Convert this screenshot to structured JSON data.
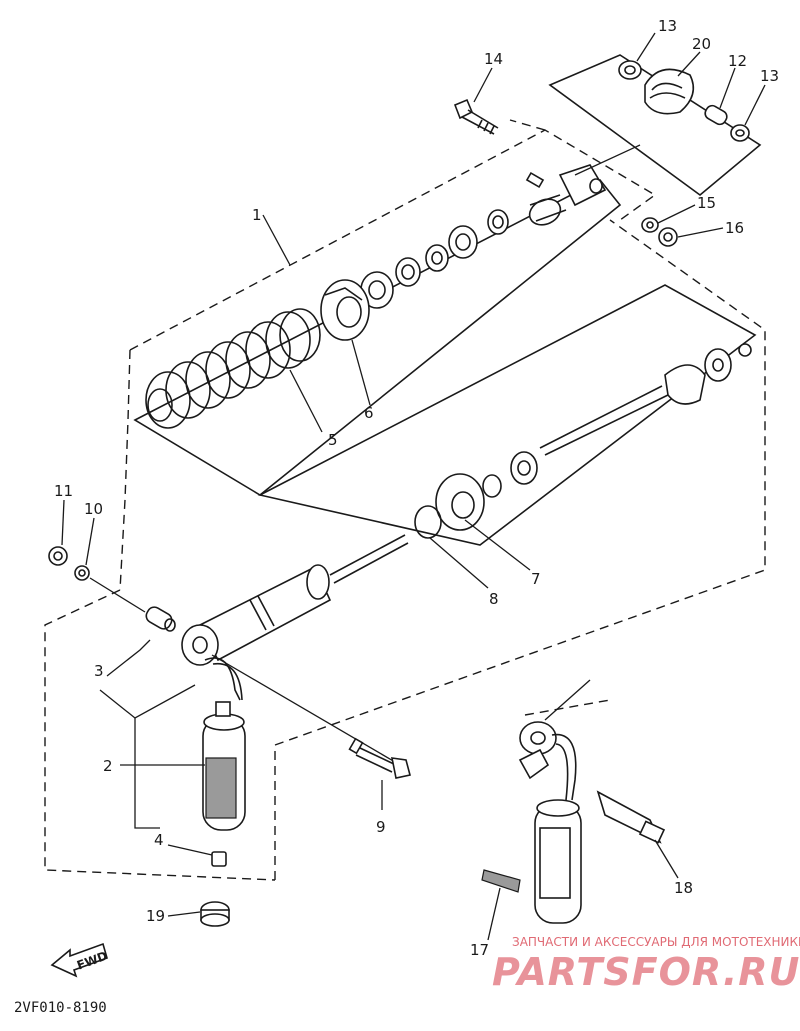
{
  "diagram_code": "2VF010-8190",
  "direction_label": "FWD",
  "watermark": {
    "caption": "ЗАПЧАСТИ И АКСЕССУАРЫ ДЛЯ МОТОТЕХНИКИ",
    "brand": "PARTSFOR.RU"
  },
  "callouts": [
    "1",
    "2",
    "3",
    "4",
    "5",
    "6",
    "7",
    "8",
    "9",
    "10",
    "11",
    "12",
    "13",
    "13",
    "14",
    "15",
    "16",
    "17",
    "18",
    "19",
    "20"
  ]
}
